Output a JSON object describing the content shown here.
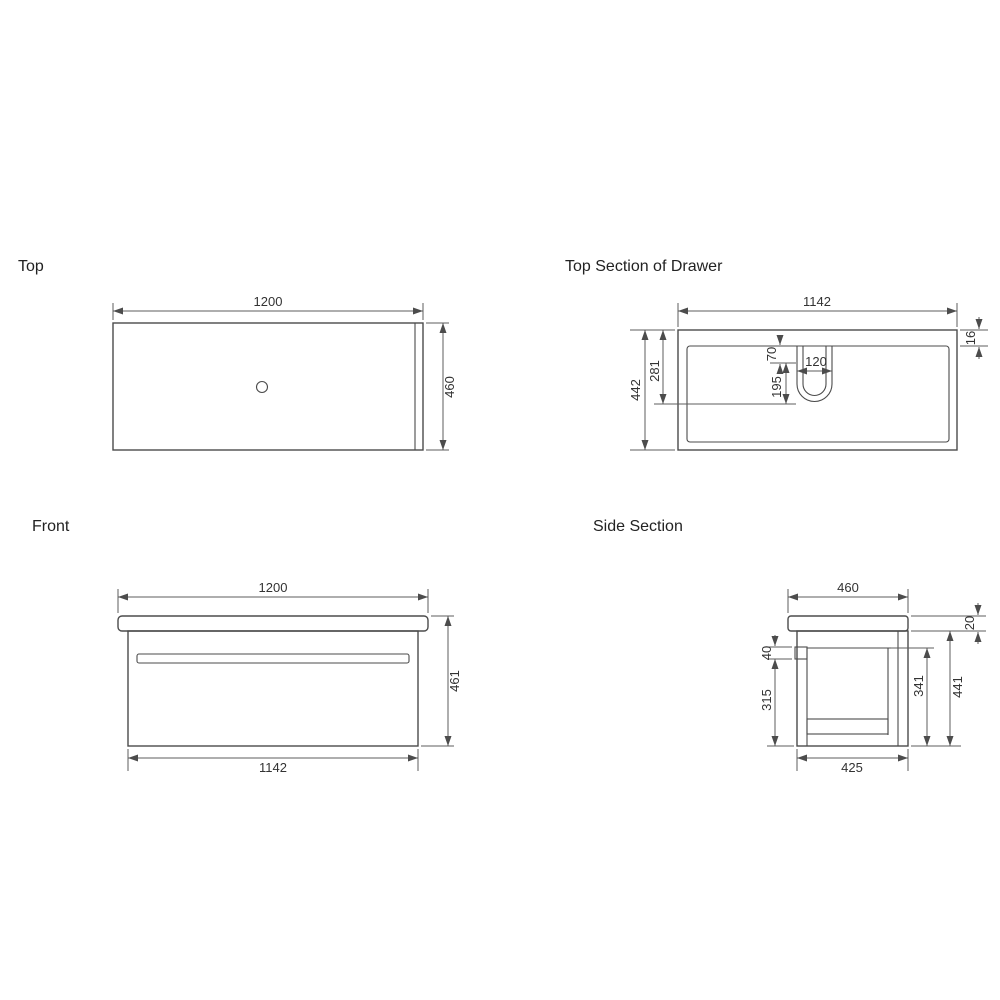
{
  "views": {
    "top": {
      "label": "Top",
      "dims": {
        "width": "1200",
        "depth": "460"
      }
    },
    "top_section": {
      "label": "Top Section of Drawer",
      "dims": {
        "width": "1142",
        "rail_thickness": "16",
        "depth": "442",
        "drain_from_back": "281",
        "drain_top_offset": "70",
        "drain_depth": "195",
        "drain_width": "120"
      }
    },
    "front": {
      "label": "Front",
      "dims": {
        "width": "1200",
        "height": "461",
        "cabinet_width": "1142"
      }
    },
    "side": {
      "label": "Side Section",
      "dims": {
        "depth": "460",
        "counter_thickness": "20",
        "rail_height": "40",
        "drawer_front_height": "315",
        "inner_height": "341",
        "cabinet_height": "441",
        "cabinet_depth": "425"
      }
    }
  }
}
